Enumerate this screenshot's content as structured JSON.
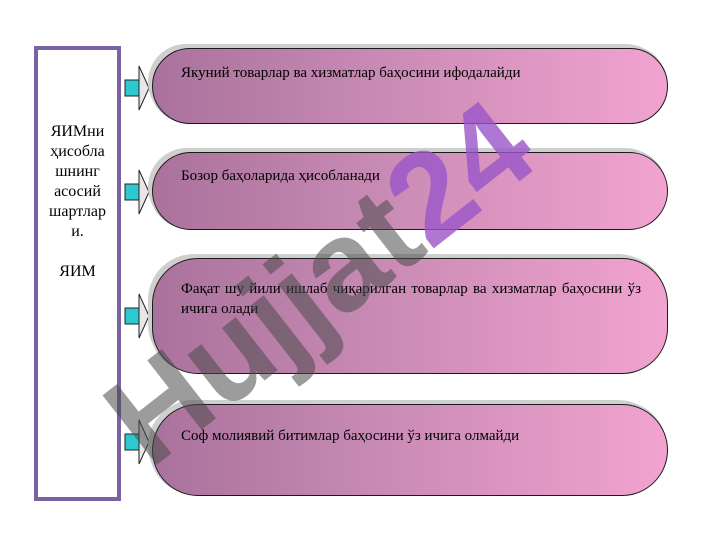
{
  "left_panel": {
    "text": "ЯИМни\nҳисобла\nшнинг\nасосий\nшартлар\nи.\n\nЯИМ"
  },
  "items": [
    {
      "text": "Якуний товарлар ва хизматлар баҳосини ифодалайди"
    },
    {
      "text": "Бозор баҳоларида ҳисобланади"
    },
    {
      "text": "Фақат шу йили ишлаб чиқарилган товарлар ва хизматлар баҳосини ўз ичига олади"
    },
    {
      "text": "Соф молиявий битимлар баҳосини ўз ичига олмайди"
    }
  ],
  "watermark": {
    "text": "Hujjat 24"
  },
  "colors": {
    "frame": "#7a63a0",
    "pill_start": "#a9729c",
    "pill_end": "#f2a3cf",
    "arrow_fill": "#2ec9cf",
    "watermark_gray": "#4a4a4a",
    "watermark_purple": "#9a55c8"
  }
}
